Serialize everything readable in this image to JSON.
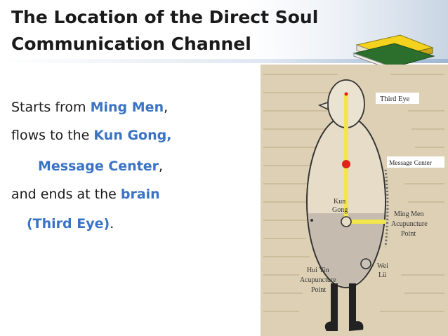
{
  "slide": {
    "title_line1": "The Location of the Direct Soul",
    "title_line2": "Communication Channel"
  },
  "body": {
    "l1_a": "Starts from ",
    "l1_b": "Ming Men",
    "l1_c": ",",
    "l2_a": " flows to the ",
    "l2_b": "Kun Gong,",
    "l3_b": "Message Center",
    "l3_c": ",",
    "l4_a": "and ends at the ",
    "l4_b": "brain",
    "l5_b": "(Third Eye)",
    "l5_c": "."
  },
  "diagram": {
    "label_third_eye": "Third Eye",
    "label_message_center": "Message Center",
    "label_kun": "Kun",
    "label_gong": "Gong",
    "label_ming_men_1": "Ming Men",
    "label_ming_men_2": "Acupuncture",
    "label_ming_men_3": "Point",
    "label_wei": "Wei",
    "label_lu": "Lü",
    "label_hui_yin_1": "Hui Yin",
    "label_hui_yin_2": "Acupuncture",
    "label_hui_yin_3": "Point"
  },
  "colors": {
    "highlight": "#3a73c4",
    "channel": "#f2e64a",
    "dot": "#e0231b",
    "page_bg": "#ddd0b4"
  }
}
